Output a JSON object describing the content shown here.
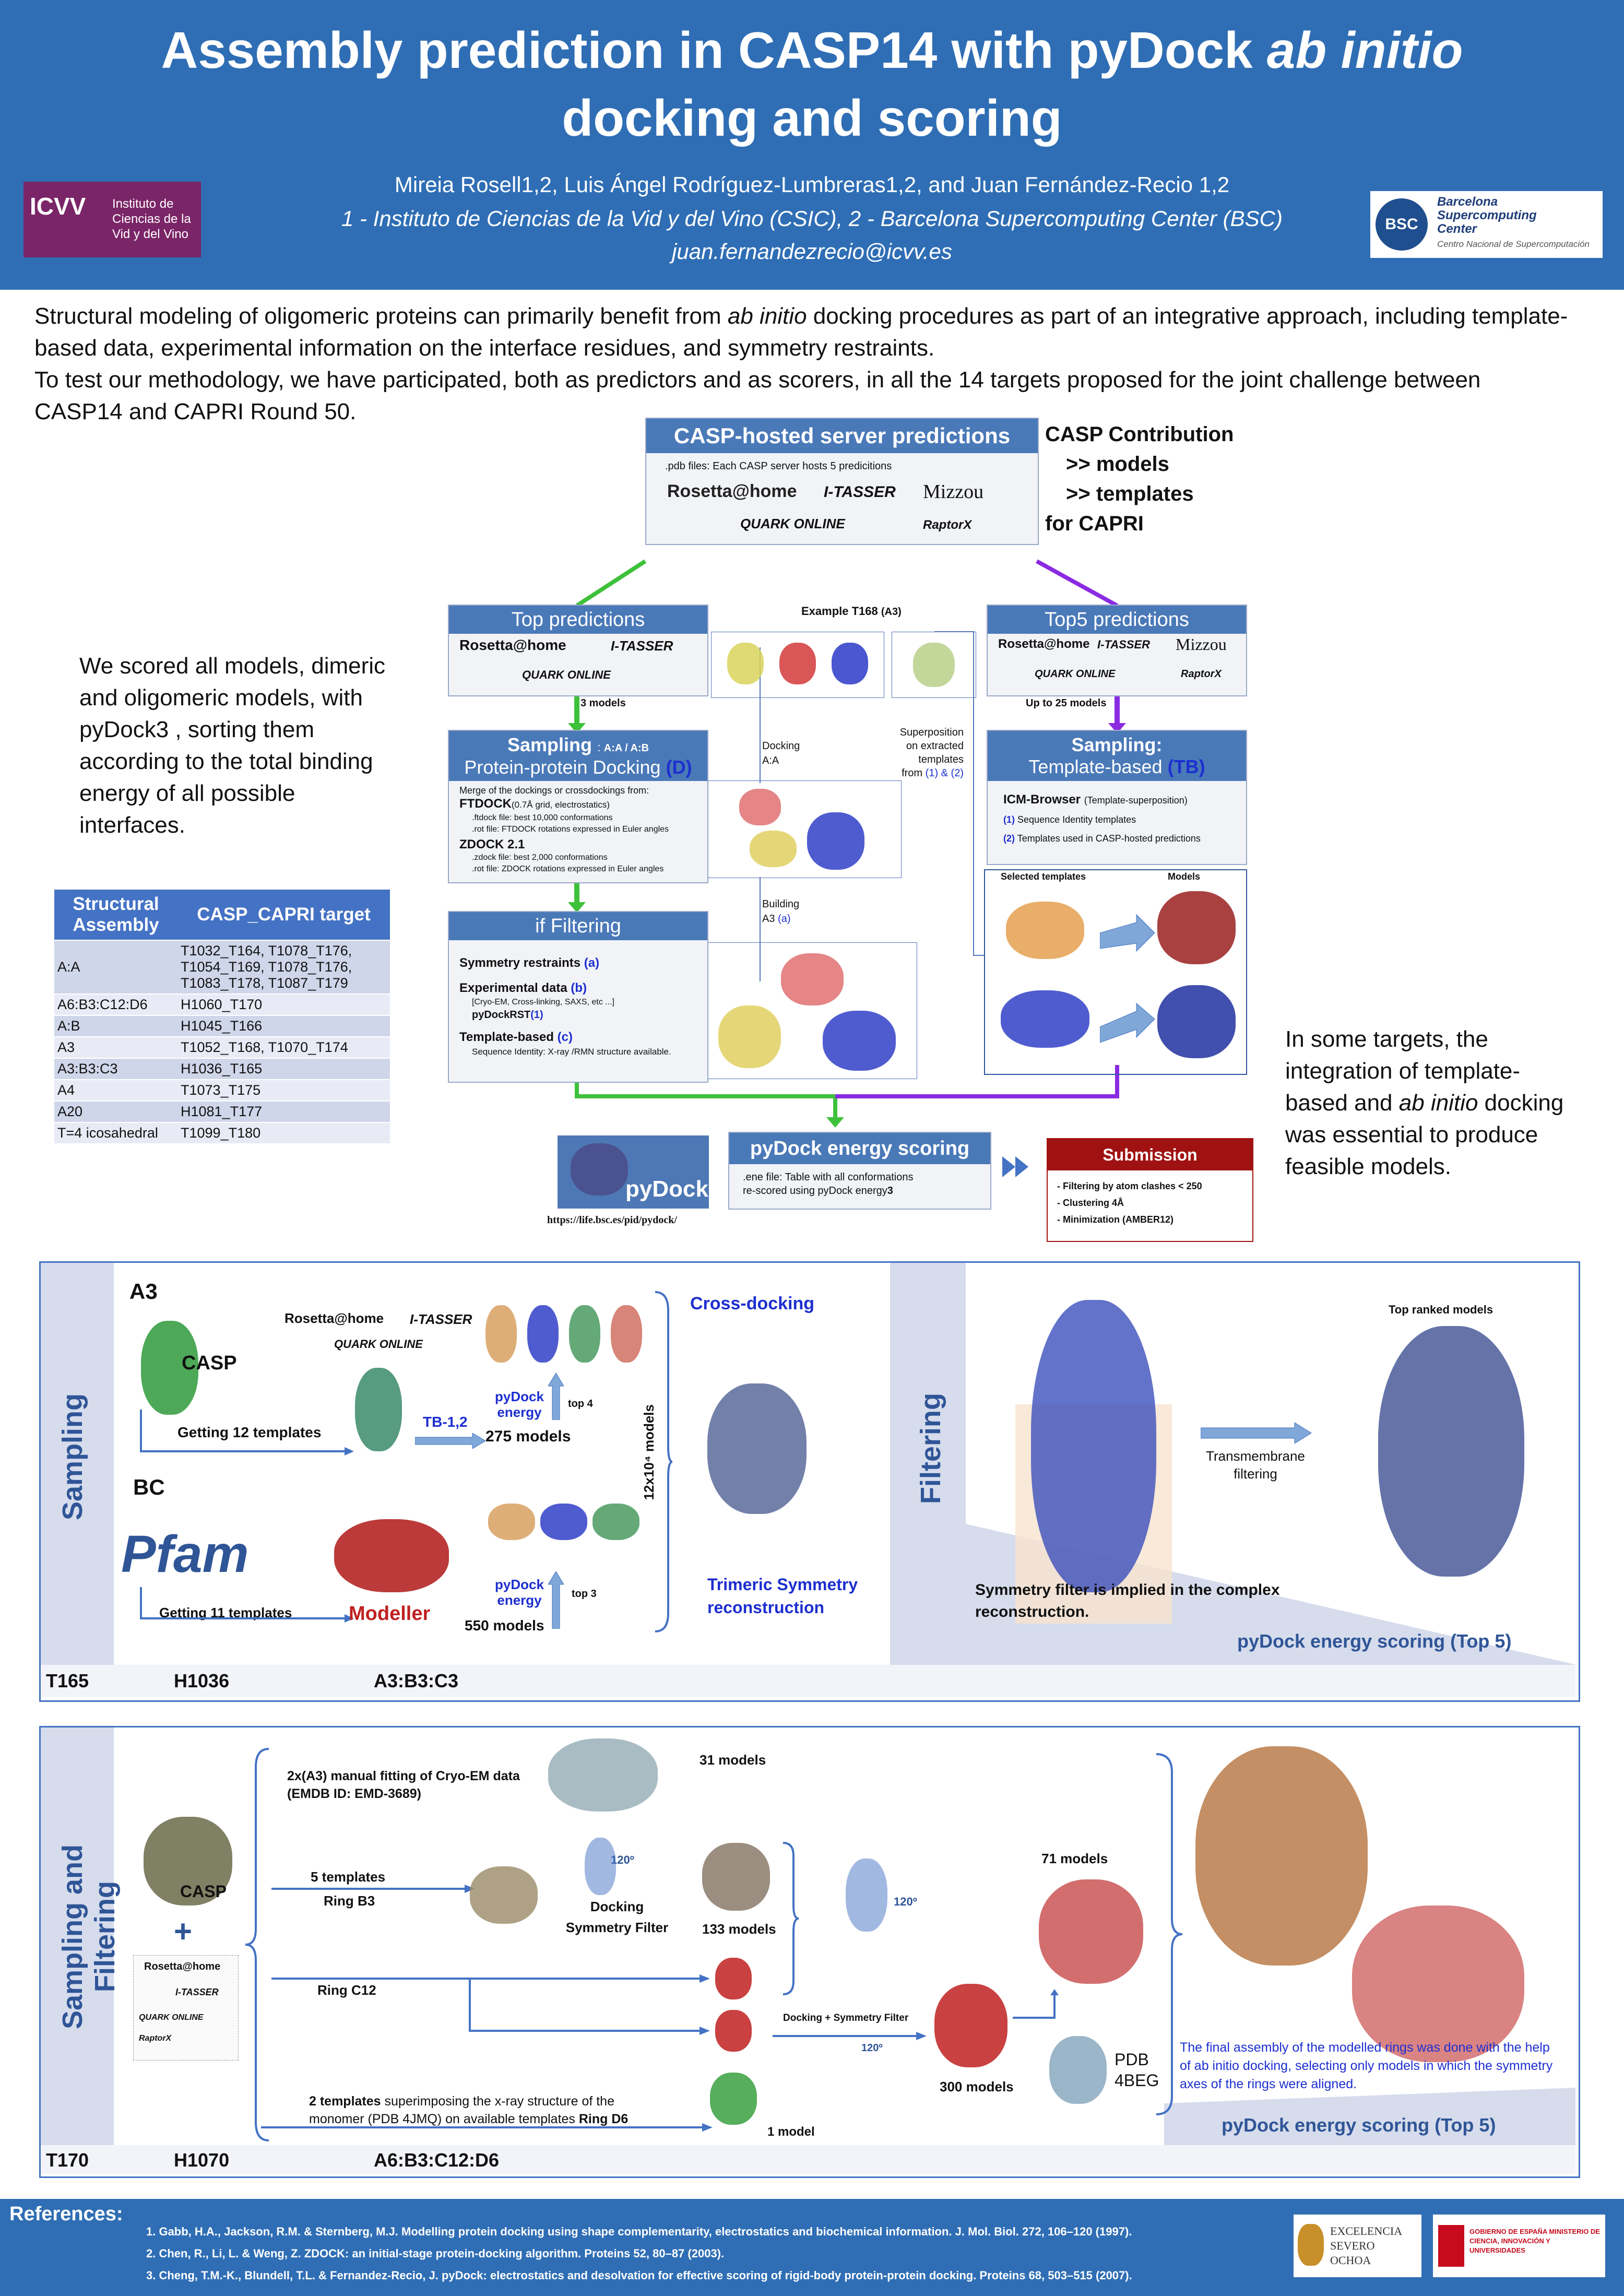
{
  "header": {
    "title_part1": "Assembly prediction in CASP14 with pyDock ",
    "title_italic": "ab initio",
    "title_line2": "docking and scoring",
    "authors": "Mireia Rosell1,2, Luis Ángel Rodríguez-Lumbreras1,2, and Juan Fernández-Recio 1,2",
    "affiliations": "1 - Instituto de Ciencias de la Vid y del Vino (CSIC), 2 - Barcelona Supercomputing Center (BSC)",
    "email": "juan.fernandezrecio@icvv.es",
    "logo_left_lines": [
      "Instituto de",
      "Ciencias de la",
      "Vid y del Vino"
    ],
    "logo_left_mark": "ICVV",
    "logo_right_lines": [
      "Barcelona",
      "Supercomputing",
      "Center"
    ],
    "logo_right_sub": "Centro Nacional de Supercomputación",
    "logo_right_mark": "BSC"
  },
  "intro": {
    "p1_before": "Structural modeling of oligomeric proteins can primarily benefit from ",
    "p1_italic": "ab initio",
    "p1_after": " docking procedures as part of an integrative approach, including template-based data, experimental information on the interface residues, and symmetry restraints.",
    "p2": "To test our methodology, we have participated, both as predictors and as scorers, in all the 14  targets proposed for the joint challenge between CASP14 and CAPRI Round 50."
  },
  "casp_box": {
    "title": "CASP-hosted server predictions",
    "pdb_note": ".pdb files:  Each CASP server hosts 5 predicitions",
    "servers": [
      "Rosetta@home",
      "I-TASSER",
      "Mizzou",
      "QUARK ONLINE",
      "RaptorX"
    ],
    "contribution": [
      "CASP Contribution",
      ">> models",
      ">> templates",
      "for CAPRI"
    ]
  },
  "top_pred": {
    "title": "Top predictions",
    "models": "3 models"
  },
  "top5_pred": {
    "title": "Top5 predictions",
    "models": "Up to 25 models"
  },
  "example": {
    "label": "Example T168",
    "sub": "(A3)",
    "docking": "Docking",
    "docking_sub": "A:A",
    "building": "Building",
    "building_sub": "A3",
    "building_ref": "(a)",
    "superposition": [
      "Superposition",
      "on extracted",
      "templates",
      "from"
    ],
    "superposition_refs": "(1) & (2)"
  },
  "sampling_d": {
    "title": "Sampling",
    "title_suffix": "A:A / A:B",
    "subtitle": "Protein-protein Docking",
    "tag": "(D)",
    "merge": "Merge of the dockings or crossdockings from:",
    "ftdock": "FTDOCK",
    "ftdock_note": "(0.7Å grid, electrostatics)",
    "ftdock_l1": ".ftdock  file: best 10,000 conformations",
    "ftdock_l2": ".rot file: FTDOCK rotations expressed in Euler angles",
    "zdock": "ZDOCK 2.1",
    "zdock_l1": ".zdock file: best 2,000 conformations",
    "zdock_l2": ".rot file: ZDOCK rotations expressed in Euler angles"
  },
  "sampling_tb": {
    "title": "Sampling:",
    "subtitle": "Template-based",
    "tag": "(TB)",
    "icm": "ICM-Browser",
    "icm_note": "(Template-superposition)",
    "l1": "Sequence Identity templates",
    "l2": "Templates used in CASP-hosted predictions",
    "selected": "Selected templates",
    "models": "Models"
  },
  "filtering": {
    "title": "if Filtering",
    "sym": "Symmetry restraints",
    "sym_ref": "(a)",
    "exp": "Experimental data",
    "exp_ref": "(b)",
    "exp_note": "[Cryo-EM, Cross-linking, SAXS, etc ...]",
    "exp_tool": "pyDockRST",
    "tmpl": "Template-based",
    "tmpl_ref": "(c)",
    "tmpl_note": "Sequence Identity: X-ray /RMN structure available."
  },
  "scoring": {
    "title": "pyDock energy scoring",
    "l1": ".ene file: Table with all conformations",
    "l2": "re-scored using pyDock energy",
    "logo": "pyDock",
    "url": "https://life.bsc.es/pid/pydock/"
  },
  "submission": {
    "title": "Submission",
    "items": [
      "- Filtering by atom clashes < 250",
      "- Clustering 4Å",
      "- Minimization (AMBER12)"
    ]
  },
  "left_text": "We scored all models, dimeric and oligomeric models, with pyDock3 , sorting them according to the total  binding energy of all possible interfaces.",
  "right_text_parts": [
    "In some targets, the integration of template-based and ",
    "ab initio",
    " docking was  essential to produce feasible models."
  ],
  "table": {
    "headers": [
      "Structural Assembly",
      "CASP_CAPRI target"
    ],
    "rows": [
      [
        "A:A",
        "T1032_T164, T1078_T176, T1054_T169, T1078_T176, T1083_T178, T1087_T179"
      ],
      [
        "A6:B3:C12:D6",
        "H1060_T170"
      ],
      [
        "A:B",
        "H1045_T166"
      ],
      [
        "A3",
        "T1052_T168, T1070_T174"
      ],
      [
        "A3:B3:C3",
        "H1036_T165"
      ],
      [
        "A4",
        "T1073_T175"
      ],
      [
        "A20",
        "H1081_T177"
      ],
      [
        "T=4 icosahedral",
        "T1099_T180"
      ]
    ]
  },
  "sec1": {
    "band_left": "Sampling",
    "band_right": "Filtering",
    "a3": "A3",
    "casp": "CASP",
    "getting12": "Getting 12 templates",
    "tb": "TB-1,2",
    "pydock": "pyDock energy",
    "top4": "top 4",
    "m275": "275 models",
    "bc": "BC",
    "pfam": "Pfam",
    "getting11": "Getting 11 templates",
    "modeller": "Modeller",
    "m550": "550 models",
    "top3": "top 3",
    "vert": "12x10⁴ models",
    "cross": "Cross-docking",
    "trimeric": "Trimeric Symmetry reconstruction",
    "sym_note": "Symmetry filter is implied in the complex reconstruction.",
    "tm": "Transmembrane filtering",
    "top_ranked": "Top ranked models",
    "scoring": "pyDock energy scoring (Top 5)",
    "footer": [
      "T165",
      "H1036",
      "A3:B3:C3"
    ]
  },
  "sec2": {
    "band": "Sampling and Filtering",
    "casp": "CASP",
    "cryo": "2x(A3) manual fitting of Cryo-EM data (EMDB ID: EMD-3689)",
    "m31": "31 models",
    "t5": "5 templates",
    "ringb3": "Ring B3",
    "dock_sym": "Docking Symmetry Filter",
    "angle": "120º",
    "m133": "133 models",
    "m71": "71 models",
    "ringc12": "Ring C12",
    "dock_sym2": "Docking + Symmetry Filter",
    "m300": "300 models",
    "pdb": "PDB 4BEG",
    "t2_bold": "2 templates",
    "t2_rest": " superimposing the x-ray structure of the monomer (PDB 4JMQ) on available templates ",
    "t2_ring": "Ring D6",
    "m1": "1 model",
    "final": "The final assembly of the modelled rings was done with the help of ab initio docking, selecting only models in which the symmetry axes of the rings were aligned.",
    "scoring": "pyDock energy scoring (Top 5)",
    "footer": [
      "T170",
      "H1070",
      "A6:B3:C12:D6"
    ]
  },
  "refs": {
    "title": "References:",
    "items": [
      "1.      Gabb, H.A., Jackson, R.M. & Sternberg, M.J. Modelling protein docking using shape complementarity, electrostatics and biochemical information. J. Mol. Biol. 272, 106–120 (1997).",
      "2.      Chen, R., Li, L. & Weng, Z. ZDOCK: an initial-stage protein-docking algorithm. Proteins 52, 80–87 (2003).",
      "3.      Cheng, T.M.-K., Blundell, T.L. & Fernandez-Recio, J. pyDock: electrostatics and desolvation for effective scoring of rigid-body protein-protein docking. Proteins 68, 503–515 (2007)."
    ],
    "logo1": [
      "EXCELENCIA",
      "SEVERO",
      "OCHOA"
    ],
    "logo2": "GOBIERNO DE ESPAÑA  MINISTERIO DE CIENCIA, INNOVACIÓN Y UNIVERSIDADES"
  }
}
